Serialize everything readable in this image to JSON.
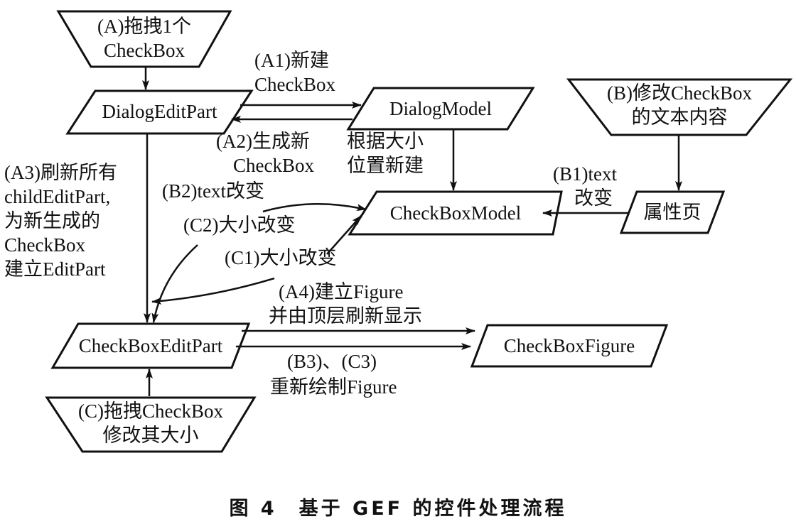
{
  "nodes": {
    "start_a": {
      "line1": "(A)拖拽1个",
      "line2": "CheckBox"
    },
    "dialog_edit_part": {
      "label": "DialogEditPart"
    },
    "dialog_model": {
      "label": "DialogModel"
    },
    "start_b": {
      "line1": "(B)修改CheckBox",
      "line2": "的文本内容"
    },
    "property_page": {
      "label": "属性页"
    },
    "checkbox_model": {
      "label": "CheckBoxModel"
    },
    "checkbox_edit_part": {
      "label": "CheckBoxEditPart"
    },
    "checkbox_figure": {
      "label": "CheckBoxFigure"
    },
    "start_c": {
      "line1": "(C)拖拽CheckBox",
      "line2": "修改其大小"
    }
  },
  "edge_labels": {
    "a1": {
      "line1": "(A1)新建",
      "line2": "CheckBox"
    },
    "a2": {
      "line1": "(A2)生成新",
      "line2": "CheckBox"
    },
    "model_create": {
      "line1": "根据大小",
      "line2": "位置新建"
    },
    "a3": {
      "lines": [
        "(A3)刷新所有",
        "childEditPart,",
        "为新生成的",
        "CheckBox",
        "建立EditPart"
      ]
    },
    "b1": {
      "line1": "(B1)text",
      "line2": "改变"
    },
    "b2": {
      "label": "(B2)text改变"
    },
    "c2": {
      "label": "(C2)大小改变"
    },
    "c1": {
      "label": "(C1)大小改变"
    },
    "a4": {
      "line1": "(A4)建立Figure",
      "line2": "并由顶层刷新显示"
    },
    "b3c3": {
      "line1": "(B3)、(C3)",
      "line2": "重新绘制Figure"
    }
  },
  "caption": "图 4　基于 GEF 的控件处理流程"
}
